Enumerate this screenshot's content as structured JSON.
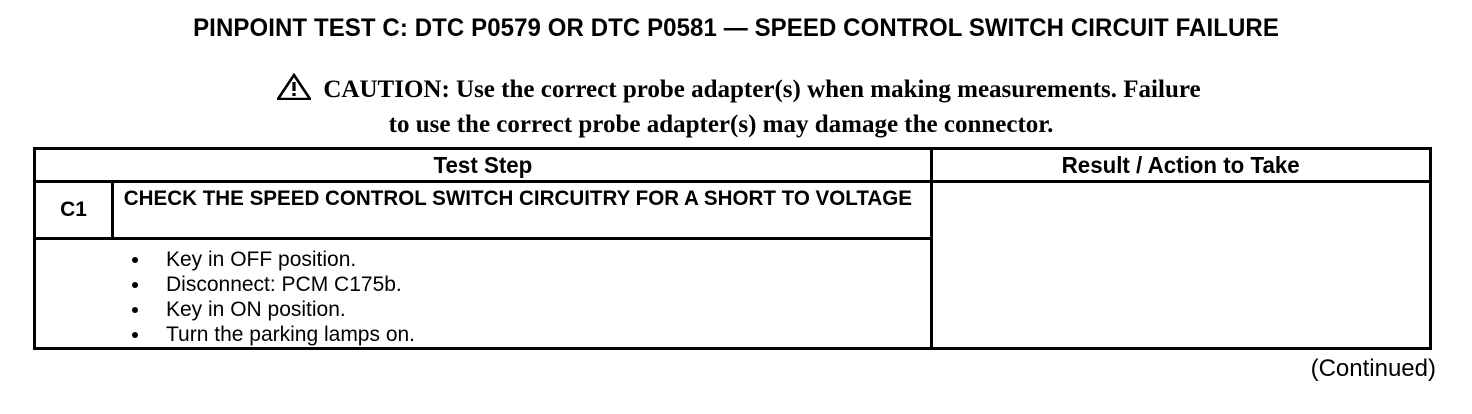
{
  "document": {
    "title": "PINPOINT TEST  C: DTC P0579 OR DTC P0581 — SPEED CONTROL SWITCH CIRCUIT FAILURE",
    "continued_label": "(Continued)"
  },
  "caution": {
    "icon": "warning-triangle-icon",
    "line1": "CAUTION: Use the correct probe adapter(s) when making measurements. Failure",
    "line2": "to use the correct probe adapter(s) may damage the connector."
  },
  "table": {
    "headers": {
      "test_step": "Test Step",
      "result_action": "Result / Action to Take"
    },
    "rows": [
      {
        "id": "C1",
        "title": "CHECK THE SPEED CONTROL SWITCH CIRCUITRY FOR A SHORT TO VOLTAGE",
        "actions": [
          "Key in OFF position.",
          "Disconnect: PCM C175b.",
          "Key in ON position.",
          "Turn the parking lamps on."
        ],
        "result": ""
      }
    ]
  },
  "colors": {
    "ink": "#000000",
    "paper": "#ffffff"
  }
}
